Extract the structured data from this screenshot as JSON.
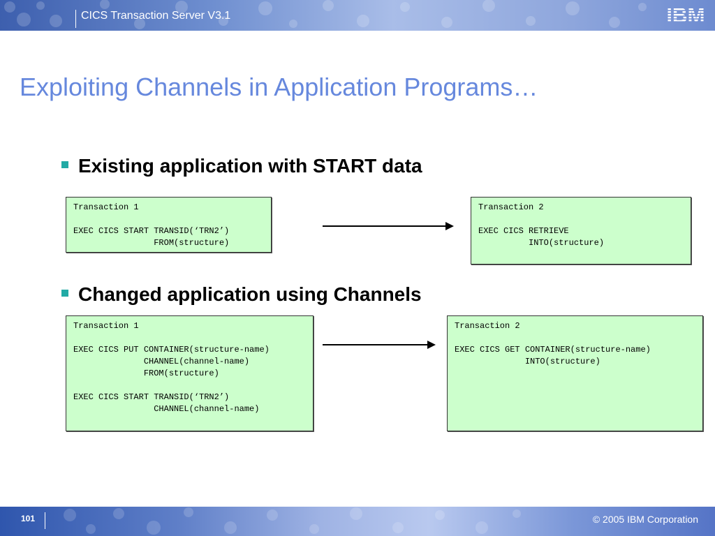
{
  "header": {
    "product_title": "CICS Transaction Server V3.1",
    "logo_text": "IBM"
  },
  "slide": {
    "title": "Exploiting Channels in Application Programs…"
  },
  "sections": [
    {
      "bullet": "Existing application with START data",
      "left_box": {
        "lines": [
          "Transaction 1",
          "",
          "EXEC CICS START TRANSID(‘TRN2’)",
          "                FROM(structure)"
        ]
      },
      "right_box": {
        "lines": [
          "Transaction 2",
          "",
          "EXEC CICS RETRIEVE",
          "          INTO(structure)"
        ]
      }
    },
    {
      "bullet": "Changed application using Channels",
      "left_box": {
        "lines": [
          "Transaction 1",
          "",
          "EXEC CICS PUT CONTAINER(structure-name)",
          "              CHANNEL(channel-name)",
          "              FROM(structure)",
          "",
          "EXEC CICS START TRANSID(‘TRN2’)",
          "                CHANNEL(channel-name)"
        ]
      },
      "right_box": {
        "lines": [
          "Transaction 2",
          "",
          "EXEC CICS GET CONTAINER(structure-name)",
          "              INTO(structure)"
        ]
      }
    }
  ],
  "footer": {
    "page_number": "101",
    "copyright": "© 2005 IBM Corporation"
  },
  "colors": {
    "title": "#6688dd",
    "bullet_marker": "#22aaa5",
    "code_box_fill": "#ccffcc"
  }
}
